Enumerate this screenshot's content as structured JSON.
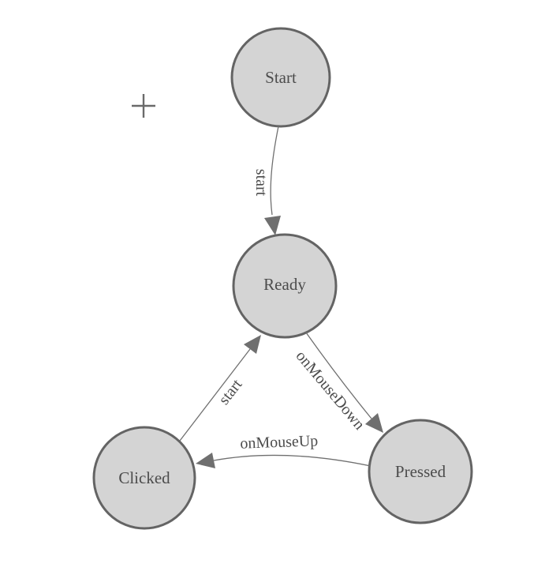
{
  "diagram": {
    "colors": {
      "background": "#ffffff",
      "node_fill": "#d4d4d4",
      "node_stroke": "#646464",
      "edge_line": "#707070",
      "arrow": "#6f6f6f",
      "text": "#4c4c4c",
      "crosshair": "#6a6a6a"
    },
    "nodes": [
      {
        "label": "Start"
      },
      {
        "label": "Ready"
      },
      {
        "label": "Clicked"
      },
      {
        "label": "Pressed"
      }
    ],
    "edges": [
      {
        "from": "Start",
        "to": "Ready",
        "label": "start"
      },
      {
        "from": "Ready",
        "to": "Pressed",
        "label": "onMouseDown"
      },
      {
        "from": "Pressed",
        "to": "Clicked",
        "label": "onMouseUp"
      },
      {
        "from": "Clicked",
        "to": "Ready",
        "label": "start"
      }
    ],
    "icons": {
      "crosshair_icon": "+"
    }
  }
}
